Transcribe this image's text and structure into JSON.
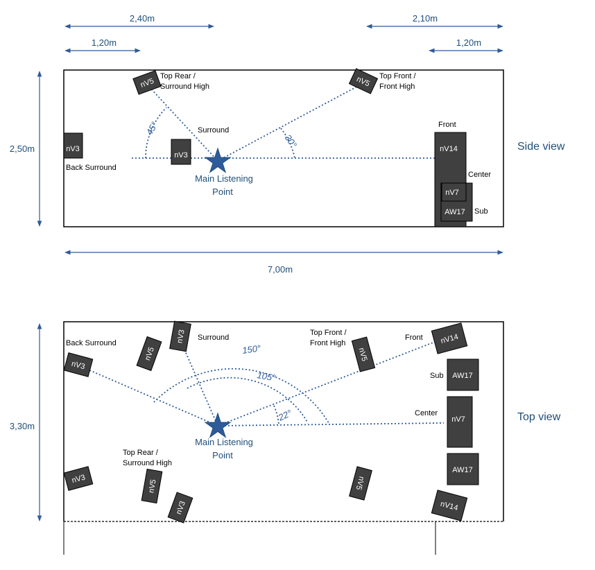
{
  "dimensions": {
    "top_1": "2,40m",
    "top_2": "1,20m",
    "top_3": "2,10m",
    "top_4": "1,20m",
    "height_side": "2,50m",
    "width": "7,00m",
    "height_top": "3,30m"
  },
  "views": {
    "side": "Side view",
    "top": "Top view"
  },
  "listening_point": {
    "line1": "Main Listening",
    "line2": "Point"
  },
  "side_view": {
    "labels": {
      "top_rear_1": "Top Rear /",
      "top_rear_2": "Surround High",
      "top_front_1": "Top Front /",
      "top_front_2": "Front High",
      "surround": "Surround",
      "front": "Front",
      "back_surround": "Back Surround",
      "center": "Center",
      "sub": "Sub"
    },
    "angles": {
      "rear": "45°",
      "front": "30°"
    },
    "speakers": {
      "top_rear": "nV5",
      "top_front": "nV5",
      "back_surround": "nV3",
      "surround": "nV3",
      "front": "nV14",
      "center": "nV7",
      "sub": "AW17"
    }
  },
  "top_view": {
    "labels": {
      "back_surround": "Back Surround",
      "surround": "Surround",
      "top_front_1": "Top Front /",
      "top_front_2": "Front High",
      "front": "Front",
      "sub": "Sub",
      "center": "Center",
      "top_rear_1": "Top Rear /",
      "top_rear_2": "Surround High"
    },
    "angles": {
      "outer": "150°",
      "middle": "105°",
      "inner": "22°"
    },
    "speakers": {
      "back_surround_left": "nV3",
      "top_rear_left": "nV5",
      "surround_left": "nV3",
      "top_front_left": "nV5",
      "front_left": "nV14",
      "sub_left": "AW17",
      "center": "nV7",
      "sub_right": "AW17",
      "front_right": "nV14",
      "back_surround_right": "nV3",
      "top_rear_right": "nV5",
      "surround_right": "nV3",
      "top_front_right": "nV5"
    }
  }
}
